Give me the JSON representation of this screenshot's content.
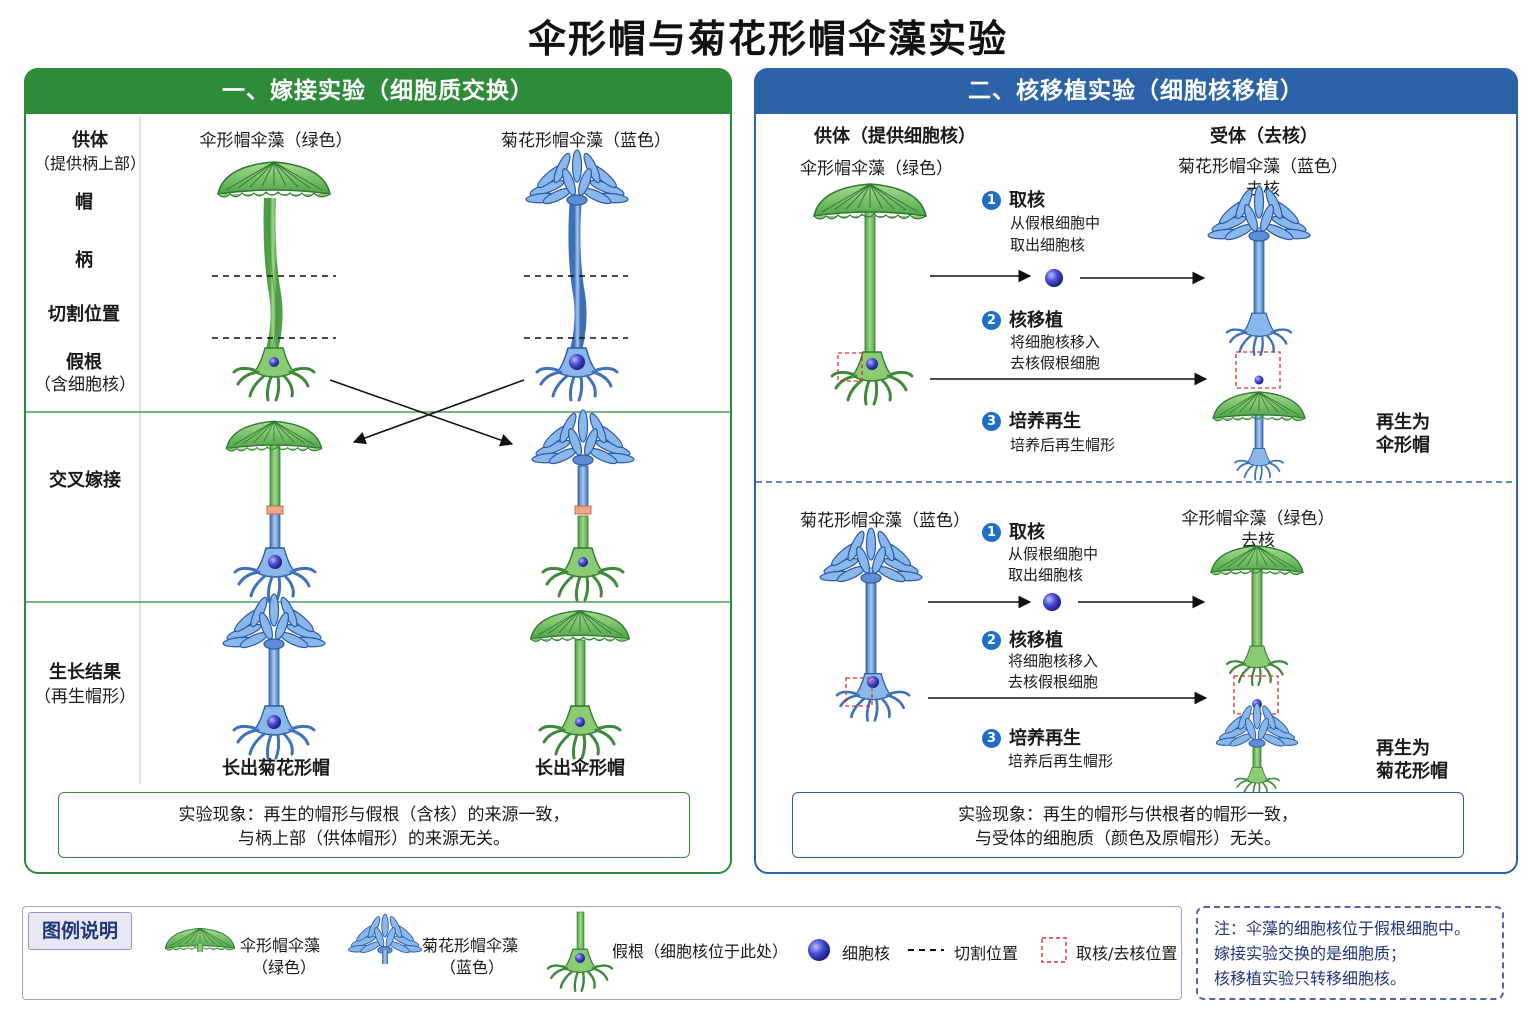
{
  "title": "伞形帽与菊花形帽伞藻实验",
  "left": {
    "header": "一、嫁接实验（细胞质交换）",
    "row_labels": {
      "donor": "供体",
      "donor_sub": "（提供柄上部）",
      "cap": "帽",
      "stalk": "柄",
      "cut": "切割位置",
      "rhizoid": "假根",
      "rhizoid_sub": "（含细胞核）",
      "graft": "交叉嫁接",
      "result": "生长结果",
      "result_sub": "（再生帽形）"
    },
    "col_umbrella": "伞形帽伞藻（绿色）",
    "col_chrys": "菊花形帽伞藻（蓝色）",
    "result_left": "长出菊花形帽",
    "result_right": "长出伞形帽",
    "observation_1": "实验现象：再生的帽形与假根（含核）的来源一致，",
    "observation_2": "与柄上部（供体帽形）的来源无关。"
  },
  "right": {
    "header": "二、核移植实验（细胞核移植）",
    "donor_label": "供体（提供细胞核）",
    "recipient_label": "受体（去核）",
    "top": {
      "donor": "伞形帽伞藻（绿色）",
      "recipient": "菊花形帽伞藻（蓝色）",
      "recipient_sub": "去核",
      "step1_title": "取核",
      "step1_l1": "从假根细胞中",
      "step1_l2": "取出细胞核",
      "step2_title": "核移植",
      "step2_l1": "将细胞核移入",
      "step2_l2": "去核假根细胞",
      "step3_title": "培养再生",
      "step3_l1": "培养后再生帽形",
      "regen_1": "再生为",
      "regen_2": "伞形帽"
    },
    "bottom": {
      "donor": "菊花形帽伞藻（蓝色）",
      "recipient": "伞形帽伞藻（绿色）",
      "recipient_sub": "去核",
      "step1_title": "取核",
      "step1_l1": "从假根细胞中",
      "step1_l2": "取出细胞核",
      "step2_title": "核移植",
      "step2_l1": "将细胞核移入",
      "step2_l2": "去核假根细胞",
      "step3_title": "培养再生",
      "step3_l1": "培养后再生帽形",
      "regen_1": "再生为",
      "regen_2": "菊花形帽"
    },
    "step_numbers": [
      "1",
      "2",
      "3"
    ],
    "observation_1": "实验现象：再生的帽形与供根者的帽形一致，",
    "observation_2": "与受体的细胞质（颜色及原帽形）无关。"
  },
  "legend": {
    "title": "图例说明",
    "umbrella_1": "伞形帽伞藻",
    "umbrella_2": "（绿色）",
    "chrys_1": "菊花形帽伞藻",
    "chrys_2": "（蓝色）",
    "rhizoid": "假根（细胞核位于此处）",
    "nucleus": "细胞核",
    "cut": "切割位置",
    "remove": "取核/去核位置"
  },
  "note": {
    "l1": "注：伞藻的细胞核位于假根细胞中。",
    "l2": "嫁接实验交换的是细胞质；",
    "l3": "核移植实验只转移细胞核。"
  },
  "colors": {
    "green_dark": "#2e8b3a",
    "green_light": "#7cc66a",
    "blue_dark": "#2b62a8",
    "blue_light": "#86b4ea",
    "nucleus": "#3a3fc4",
    "cut_box": "#d93030"
  }
}
